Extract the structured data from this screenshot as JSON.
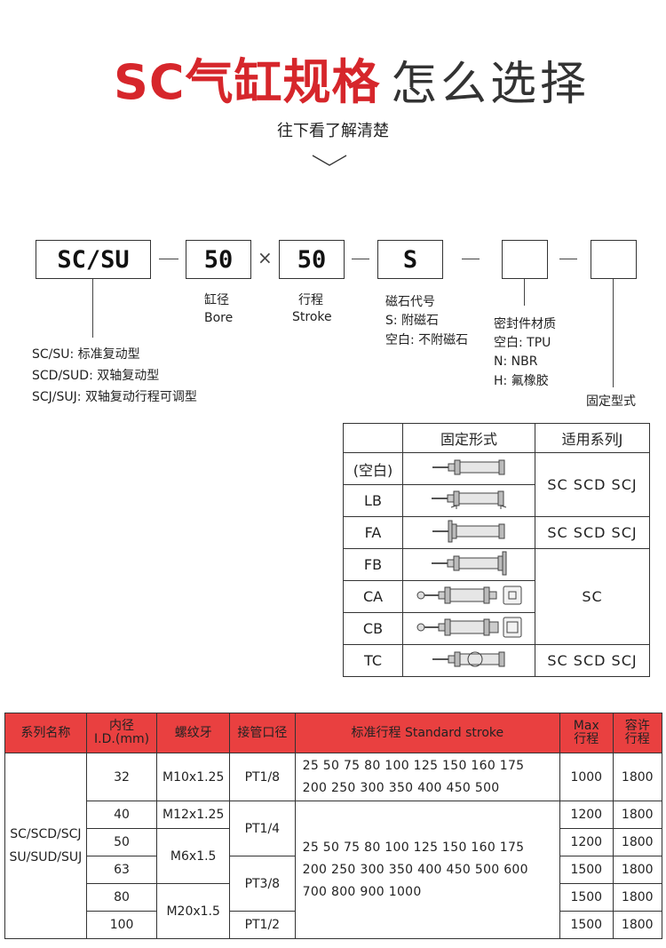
{
  "header": {
    "title_red": "SC气缸规格",
    "title_grey": "怎么选择",
    "subtitle": "往下看了解清楚"
  },
  "code": {
    "boxes": [
      "SC/SU",
      "50",
      "50",
      "S",
      "",
      ""
    ],
    "times": "×",
    "bore": {
      "cn": "缸径",
      "en": "Bore"
    },
    "stroke": {
      "cn": "行程",
      "en": "Stroke"
    },
    "magnet": {
      "title": "磁石代号",
      "line1": "S: 附磁石",
      "line2": "空白: 不附磁石"
    },
    "seal": {
      "title": "密封件材质",
      "line1": "空白: TPU",
      "line2": "N: NBR",
      "line3": "H: 氟橡胶"
    },
    "mount_type": "固定型式",
    "series": [
      "SC/SU: 标准复动型",
      "SCD/SUD: 双轴复动型",
      "SCJ/SUJ: 双轴复动行程可调型"
    ]
  },
  "mount_table": {
    "headers": [
      "",
      "固定形式",
      "适用系列J"
    ],
    "rows": [
      {
        "code": "(空白)",
        "icon": "basic-cylinder-icon",
        "series": "SC  SCD  SCJ"
      },
      {
        "code": "LB",
        "icon": "foot-mount-cylinder-icon"
      },
      {
        "code": "FA",
        "icon": "front-flange-cylinder-icon",
        "series": "SC  SCD  SCJ"
      },
      {
        "code": "FB",
        "icon": "rear-flange-cylinder-icon",
        "series": "SC"
      },
      {
        "code": "CA",
        "icon": "single-clevis-cylinder-icon"
      },
      {
        "code": "CB",
        "icon": "double-clevis-cylinder-icon"
      },
      {
        "code": "TC",
        "icon": "trunnion-cylinder-icon",
        "series": "SC  SCD  SCJ"
      }
    ]
  },
  "spec_table": {
    "headers": {
      "series": "系列名称",
      "bore_cn": "内径",
      "bore_en": "I.D.(mm)",
      "thread": "螺纹牙",
      "port": "接管口径",
      "stroke": "标准行程 Standard stroke",
      "max1": "Max",
      "max2": "行程",
      "allow1": "容许",
      "allow2": "行程"
    },
    "series_line1": "SC/SCD/SCJ",
    "series_line2": "SU/SUD/SUJ",
    "rows": [
      {
        "bore": "32",
        "thread": "M10x1.25",
        "port": "PT1/8",
        "max": "1000",
        "allow": "1800"
      },
      {
        "bore": "40",
        "thread": "M12x1.25",
        "port": "PT1/4",
        "max": "1200",
        "allow": "1800"
      },
      {
        "bore": "50",
        "thread": "M6x1.5",
        "max": "1200",
        "allow": "1800"
      },
      {
        "bore": "63",
        "port": "PT3/8",
        "max": "1500",
        "allow": "1800"
      },
      {
        "bore": "80",
        "thread": "M20x1.5",
        "max": "1500",
        "allow": "1800"
      },
      {
        "bore": "100",
        "port": "PT1/2",
        "max": "1500",
        "allow": "1800"
      }
    ],
    "stroke_a": [
      "25  50  75  80  100  125  150  160  175",
      "200  250  300  350  400  450  500"
    ],
    "stroke_b": [
      "25  50  75  80  100  125  150  160  175",
      "200  250  300  350  400  450  500  600",
      "700  800  900  1000"
    ]
  }
}
